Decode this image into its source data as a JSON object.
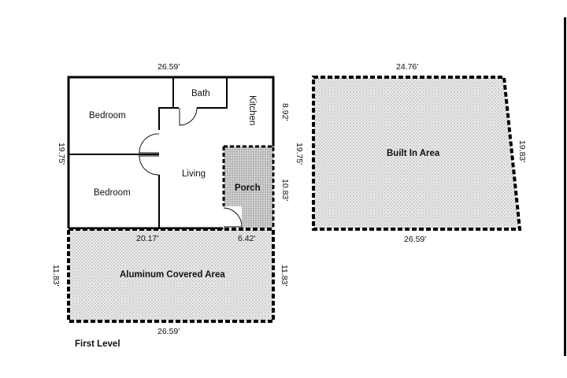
{
  "first_level": {
    "caption": "First Level",
    "rooms": {
      "bedroom_top": "Bedroom",
      "bedroom_bottom": "Bedroom",
      "bath": "Bath",
      "kitchen": "Kitchen",
      "living": "Living",
      "porch": "Porch",
      "aluminum_area": "Aluminum Covered Area"
    },
    "dimensions": {
      "top": "26.59'",
      "left": "19.75'",
      "right_upper": "8.92'",
      "porch_right": "10.83'",
      "inner_bottom": "20.17'",
      "porch_bottom": "6.42'",
      "aluminum_left": "11.83'",
      "aluminum_right": "11.83'",
      "aluminum_bottom": "26.59'"
    }
  },
  "built_in": {
    "label": "Built In Area",
    "dimensions": {
      "top": "24.76'",
      "left": "19.75'",
      "right": "19.83'",
      "bottom": "26.59'"
    }
  },
  "colors": {
    "wall": "#000000",
    "hatch_fill": "#ececec",
    "hatch_dot": "#9a9a9a",
    "porch_fill": "#d2d2d2"
  }
}
